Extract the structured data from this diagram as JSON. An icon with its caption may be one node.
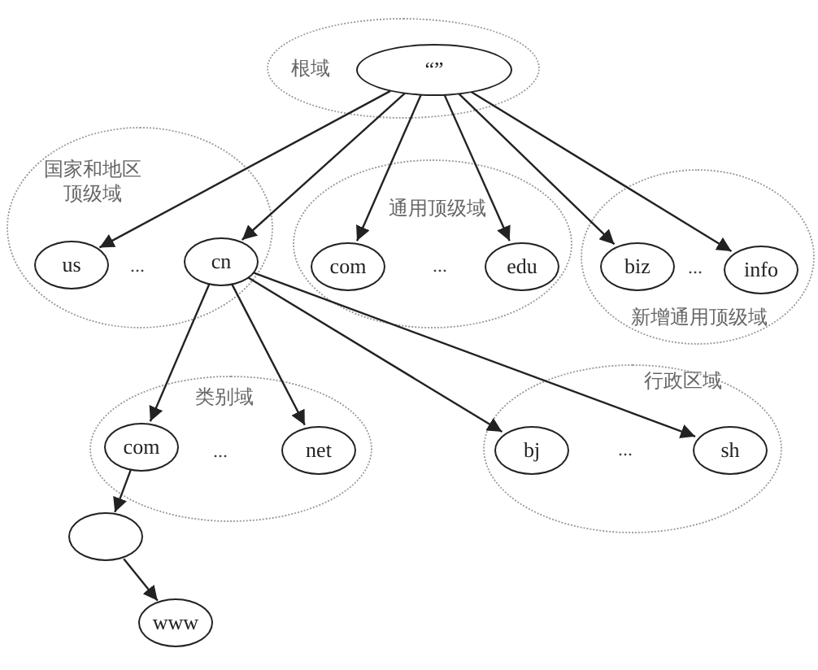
{
  "diagram": {
    "nodes": [
      {
        "text": [
          "根域"
        ]
      },
      {
        "text": [
          "“”"
        ],
        "in": 0
      },
      {
        "text": [
          "国家和地区顶级域"
        ]
      },
      {
        "text": [
          "us"
        ],
        "in": 2
      },
      {
        "text": [
          "cn"
        ],
        "in": 2
      },
      {
        "text": [
          "通用顶级域"
        ]
      },
      {
        "text": [
          "com"
        ],
        "in": 5
      },
      {
        "text": [
          "edu"
        ],
        "in": 5
      },
      {
        "text": [
          "新增通用顶级域"
        ]
      },
      {
        "text": [
          "biz"
        ],
        "in": 8
      },
      {
        "text": [
          "info"
        ],
        "in": 8
      },
      {
        "text": [
          "类别域"
        ]
      },
      {
        "text": [
          "com"
        ],
        "in": 11
      },
      {
        "text": [
          "net"
        ],
        "in": 11
      },
      {
        "text": [
          "行政区域"
        ]
      },
      {
        "text": [
          "bj"
        ],
        "in": 14
      },
      {
        "text": [
          "sh"
        ],
        "in": 14
      },
      {
        "text": [],
        "shape": "ellipse"
      },
      {
        "text": [
          "www"
        ]
      }
    ],
    "edges": [
      {
        "from": 1,
        "to": 3,
        "arrow": "to"
      },
      {
        "from": 1,
        "to": 4,
        "arrow": "to"
      },
      {
        "from": 1,
        "to": 6,
        "arrow": "to"
      },
      {
        "from": 1,
        "to": 7,
        "arrow": "to"
      },
      {
        "from": 1,
        "to": 9,
        "arrow": "to"
      },
      {
        "from": 1,
        "to": 10,
        "arrow": "to"
      },
      {
        "from": 4,
        "to": 12,
        "arrow": "to"
      },
      {
        "from": 4,
        "to": 13,
        "arrow": "to"
      },
      {
        "from": 4,
        "to": 15,
        "arrow": "to"
      },
      {
        "from": 4,
        "to": 16,
        "arrow": "to"
      },
      {
        "from": 12,
        "to": 17,
        "arrow": "to"
      },
      {
        "from": 17,
        "to": 18,
        "arrow": "to"
      }
    ],
    "labels": [
      "...",
      "...",
      "...",
      "...",
      "..."
    ]
  }
}
